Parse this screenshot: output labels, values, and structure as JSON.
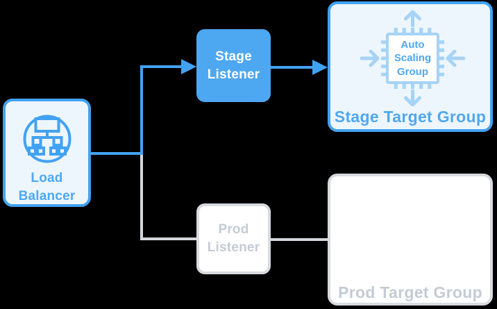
{
  "diagram": {
    "type": "load-balancer-routing-diagram",
    "nodes": {
      "load_balancer": {
        "label": "Load Balancer",
        "state": "active"
      },
      "stage_listener": {
        "label": "Stage Listener",
        "state": "active"
      },
      "prod_listener": {
        "label": "Prod Listener",
        "state": "inactive"
      },
      "stage_target_group": {
        "label": "Stage Target Group",
        "asg_label": "Auto Scaling Group",
        "state": "active"
      },
      "prod_target_group": {
        "label": "Prod Target Group",
        "state": "inactive"
      }
    },
    "edges": [
      {
        "from": "load_balancer",
        "to": "stage_listener",
        "style": "blue-arrow"
      },
      {
        "from": "stage_listener",
        "to": "stage_target_group",
        "style": "blue-arrow"
      },
      {
        "from": "load_balancer",
        "to": "prod_listener",
        "style": "gray-line"
      },
      {
        "from": "prod_listener",
        "to": "prod_target_group",
        "style": "gray-line"
      }
    ],
    "icons": {
      "load_balancer": "load-balancer-network-tree-icon",
      "auto_scaling": "cpu-chip-icon",
      "scale_arrows": [
        "scale-up-arrow-icon",
        "scale-down-arrow-icon",
        "scale-in-left-arrow-icon",
        "scale-in-right-arrow-icon"
      ]
    },
    "colors": {
      "accent_blue": "#42a2f2",
      "blue_fill": "#4da7f1",
      "light_blue_bg": "#eef6fd",
      "pale_blue": "#a6d3f6",
      "blue_text": "#4fa8f1",
      "gray_border": "#d7dbe0",
      "gray_text": "#c4cbd4",
      "gray_line": "#d3d7dc",
      "background": "#000000"
    }
  }
}
